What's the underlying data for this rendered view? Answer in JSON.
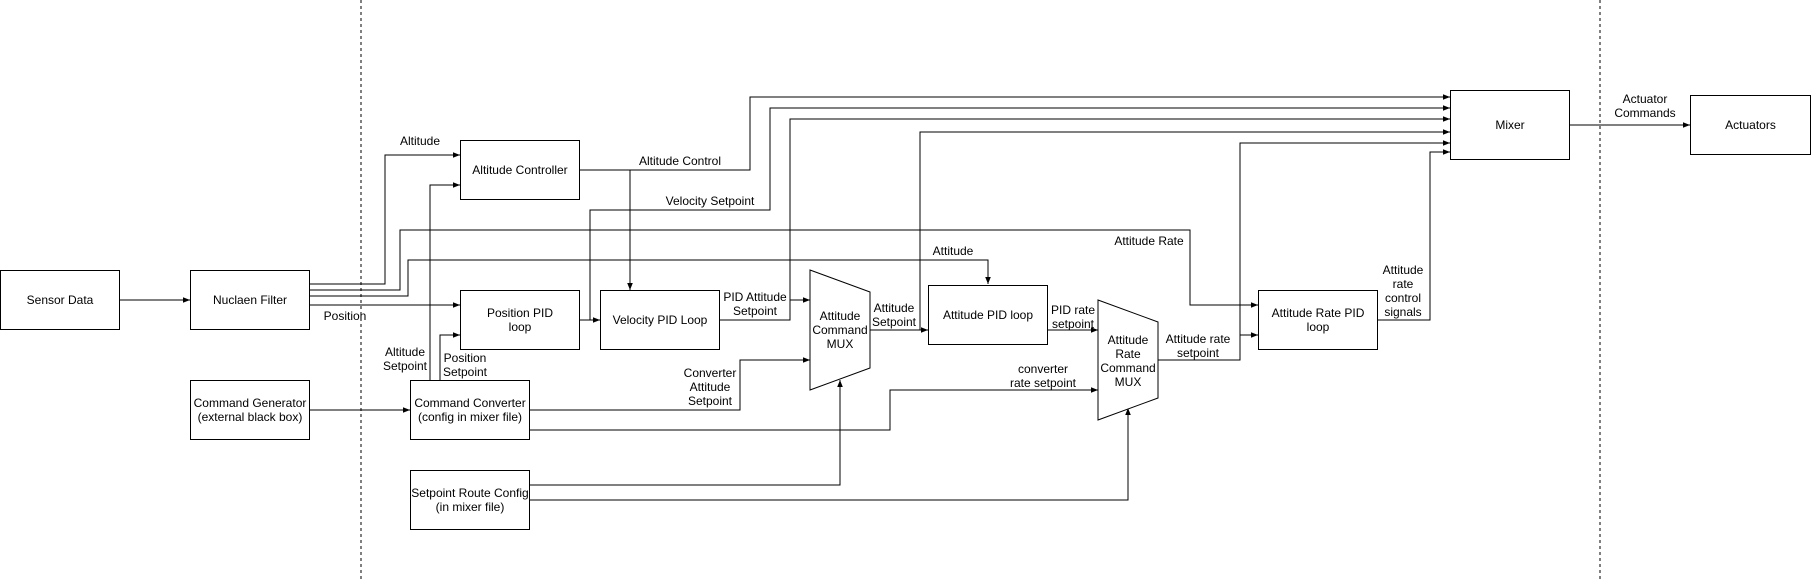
{
  "blocks": {
    "sensor_data": "Sensor Data",
    "nuclaen_filter": "Nuclaen Filter",
    "command_generator": "Command Generator\n(external black box)",
    "altitude_controller": "Altitude Controller",
    "position_pid": "Position PID\nloop",
    "velocity_pid": "Velocity PID Loop",
    "command_converter": "Command Converter\n(config in mixer file)",
    "setpoint_route_config": "Setpoint Route Config\n(in mixer file)",
    "attitude_pid": "Attitude PID loop",
    "attitude_rate_pid": "Attitude Rate PID\nloop",
    "mixer": "Mixer",
    "actuators": "Actuators",
    "attitude_command_mux": "Attitude\nCommand\nMUX",
    "attitude_rate_command_mux": "Attitude\nRate\nCommand\nMUX"
  },
  "labels": {
    "altitude": "Altitude",
    "altitude_control": "Altitude Control",
    "velocity_setpoint": "Velocity Setpoint",
    "attitude_rate": "Attitude Rate",
    "attitude": "Attitude",
    "position": "Position",
    "altitude_setpoint": "Altitude\nSetpoint",
    "position_setpoint": "Position\nSetpoint",
    "pid_attitude_setpoint": "PID Attitude\nSetpoint",
    "attitude_setpoint": "Attitude\nSetpoint",
    "converter_attitude_setpoint": "Converter\nAttitude\nSetpoint",
    "pid_rate_setpoint": "PID rate\nsetpoint",
    "converter_rate_setpoint": "converter\nrate setpoint",
    "attitude_rate_setpoint": "Attitude rate\nsetpoint",
    "attitude_rate_control_signals": "Attitude\nrate\ncontrol\nsignals",
    "actuator_commands": "Actuator\nCommands"
  }
}
